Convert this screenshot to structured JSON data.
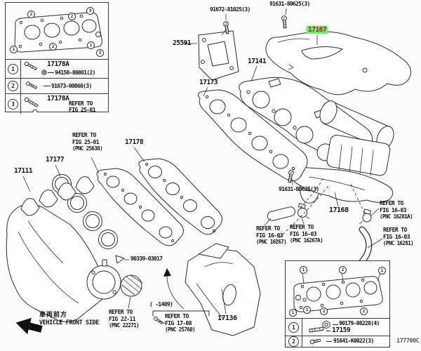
{
  "figure": {
    "code": "177700C"
  },
  "highlighted_part": "17167",
  "labels": {
    "p17111": "17111",
    "p17177": "17177",
    "p17178": "17178",
    "p17173": "17173",
    "p17141": "17141",
    "p17167": "17167",
    "p17168": "17168",
    "p17136": "17136",
    "p25591": "25591",
    "b91672": "91672-81025(3)",
    "b91631_top": "91631-80625(3)",
    "b91631_mid": "91631-B0625(3)",
    "c90339": "90339-03017",
    "range": "(    -1409)"
  },
  "refs": {
    "fig2501": {
      "l1": "REFER TO",
      "l2": "FIG 25-01",
      "l3": "(PNC 25638)"
    },
    "fig2211": {
      "l1": "REFER TO",
      "l2": "FIG 22-11",
      "l3": "(PNC 22271)"
    },
    "fig1708": {
      "l1": "REFER TO",
      "l2": "FIG 17-08",
      "l3": "(PNC 25760)"
    },
    "r16267": {
      "l1": "REFER TO",
      "l2": "FIG 16-03",
      "l3": "(PNC 16267)"
    },
    "r16267a": {
      "l1": "REFER TO",
      "l2": "FIG 16-03",
      "l3": "(PNC 16267A)"
    },
    "r16281a": {
      "l1": "REFER TO",
      "l2": "FIG 16-03",
      "l3": "(PNC 16281A)"
    },
    "r16281": {
      "l1": "REFER TO",
      "l2": "FIG 16-03",
      "l3": "(PNC 16281)"
    }
  },
  "left_table": {
    "diagram_callouts": [
      "2",
      "2",
      "3",
      "1",
      "2",
      "1",
      "3"
    ],
    "rows": [
      {
        "callout": "1",
        "part": "17178A",
        "number": "94150-80801(2)"
      },
      {
        "callout": "2",
        "number": "91673-00860(3)"
      },
      {
        "callout": "3",
        "part": "17178A",
        "note1": "REFER TO",
        "note2": "FIG 25-01"
      }
    ]
  },
  "right_table": {
    "diagram_callouts": [
      "1",
      "2",
      "1",
      "1",
      "1",
      "2",
      "2"
    ],
    "rows": [
      {
        "callout": "1",
        "number": "90179-08228(4)",
        "part": "17159"
      },
      {
        "callout": "2",
        "number": "91641-K0822(3)"
      }
    ]
  },
  "front_marker": {
    "jp": "車両前方",
    "en": "VEHICLE FRONT SIDE"
  },
  "colors": {
    "highlight_bg": "#70e96e",
    "highlight_text": "#9c2d2d",
    "line": "#2b2b2b"
  }
}
